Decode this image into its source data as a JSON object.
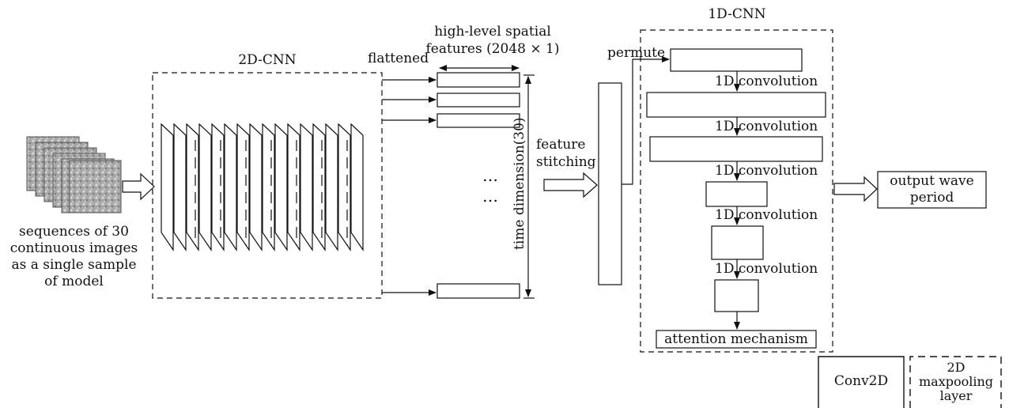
{
  "input": {
    "caption_lines": [
      "sequences of 30",
      "continuous images",
      "as a single sample",
      "of model"
    ]
  },
  "cnn2d": {
    "title": "2D-CNN",
    "flattened_label": "flattened"
  },
  "features": {
    "title_lines": [
      "high-level spatial",
      "features (2048 × 1)"
    ],
    "time_dimension_label": "time dimension(30)",
    "ellipsis": "…"
  },
  "stitching": {
    "label_lines": [
      "feature",
      "stitching"
    ]
  },
  "cnn1d": {
    "title": "1D-CNN",
    "permute_label": "permute",
    "conv_labels": [
      "1D convolution",
      "1D convolution",
      "1D convolution",
      "1D convolution",
      "1D convolution"
    ],
    "attention_label": "attention mechanism"
  },
  "output": {
    "label_lines": [
      "output wave",
      "period"
    ]
  },
  "legend": {
    "conv2d_label": "Conv2D",
    "maxpool_lines": [
      "2D",
      "maxpooling",
      "layer"
    ]
  },
  "colors": {
    "stroke": "#111111",
    "image_fill": "#9a9a9a",
    "image_texture": "#cfcfcf"
  }
}
